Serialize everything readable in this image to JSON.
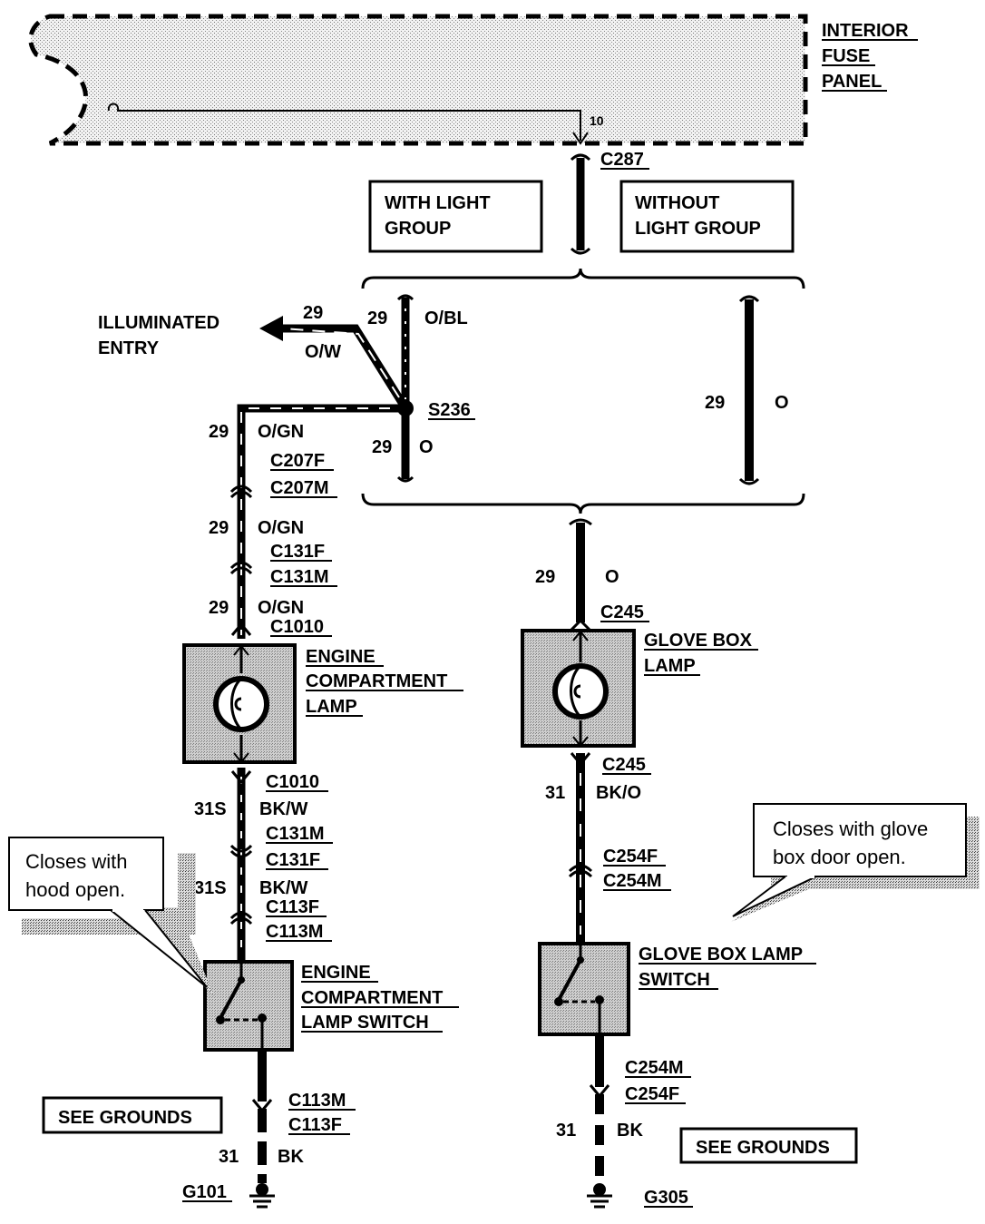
{
  "fuse_panel": {
    "name_line1": "INTERIOR",
    "name_line2": "FUSE",
    "name_line3": "PANEL",
    "pin": "10"
  },
  "connectors": {
    "c287": "C287",
    "c207f": "C207F",
    "c207m": "C207M",
    "c131f_top": "C131F",
    "c131m_top": "C131M",
    "c1010_top": "C1010",
    "c1010_bottom": "C1010",
    "c131m_bot": "C131M",
    "c131f_bot": "C131F",
    "c113f_top": "C113F",
    "c113m_top": "C113M",
    "c113m_bot": "C113M",
    "c113f_bot": "C113F",
    "c245_top": "C245",
    "c245_bottom": "C245",
    "c254f_top": "C254F",
    "c254m_top": "C254M",
    "c254m_bot": "C254M",
    "c254f_bot": "C254F"
  },
  "splice": "S236",
  "options": {
    "with_line1": "WITH LIGHT",
    "with_line2": "GROUP",
    "without_line1": "WITHOUT",
    "without_line2": "LIGHT GROUP"
  },
  "illuminated_entry": {
    "line1": "ILLUMINATED",
    "line2": "ENTRY"
  },
  "circuits": {
    "c29": "29",
    "c31": "31",
    "c31s": "31S",
    "o_bl": "O/BL",
    "o_w": "O/W",
    "o_gn": "O/GN",
    "o": "O",
    "bk_w": "BK/W",
    "bk_o": "BK/O",
    "bk": "BK"
  },
  "components": {
    "engine_lamp": [
      "ENGINE",
      "COMPARTMENT",
      "LAMP"
    ],
    "engine_switch": [
      "ENGINE",
      "COMPARTMENT",
      "LAMP SWITCH"
    ],
    "glove_lamp": [
      "GLOVE BOX",
      "LAMP"
    ],
    "glove_switch": [
      "GLOVE BOX LAMP",
      "SWITCH"
    ]
  },
  "notes": {
    "hood_line1": "Closes with",
    "hood_line2": "hood open.",
    "glove_line1": "Closes with glove",
    "glove_line2": "box door open."
  },
  "grounds": {
    "see_grounds": "SEE GROUNDS",
    "g101": "G101",
    "g305": "G305"
  }
}
